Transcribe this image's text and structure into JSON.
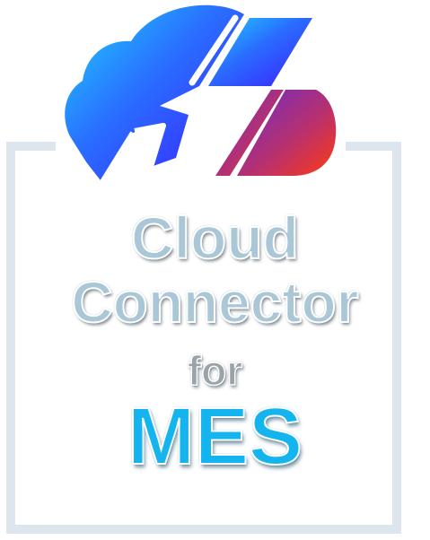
{
  "logo": {
    "icon": "cloud-download-icon",
    "colors": {
      "cloud_left_start": "#1fd3ff",
      "cloud_left_mid": "#2a6cff",
      "cloud_left_end": "#3b1cff",
      "cloud_right_start": "#6a2cc8",
      "cloud_right_end": "#ff3a10",
      "frame": "#dde5ee"
    }
  },
  "title": {
    "line1": "Cloud",
    "line2": "Connector",
    "line3": "for",
    "line4": "MES"
  }
}
